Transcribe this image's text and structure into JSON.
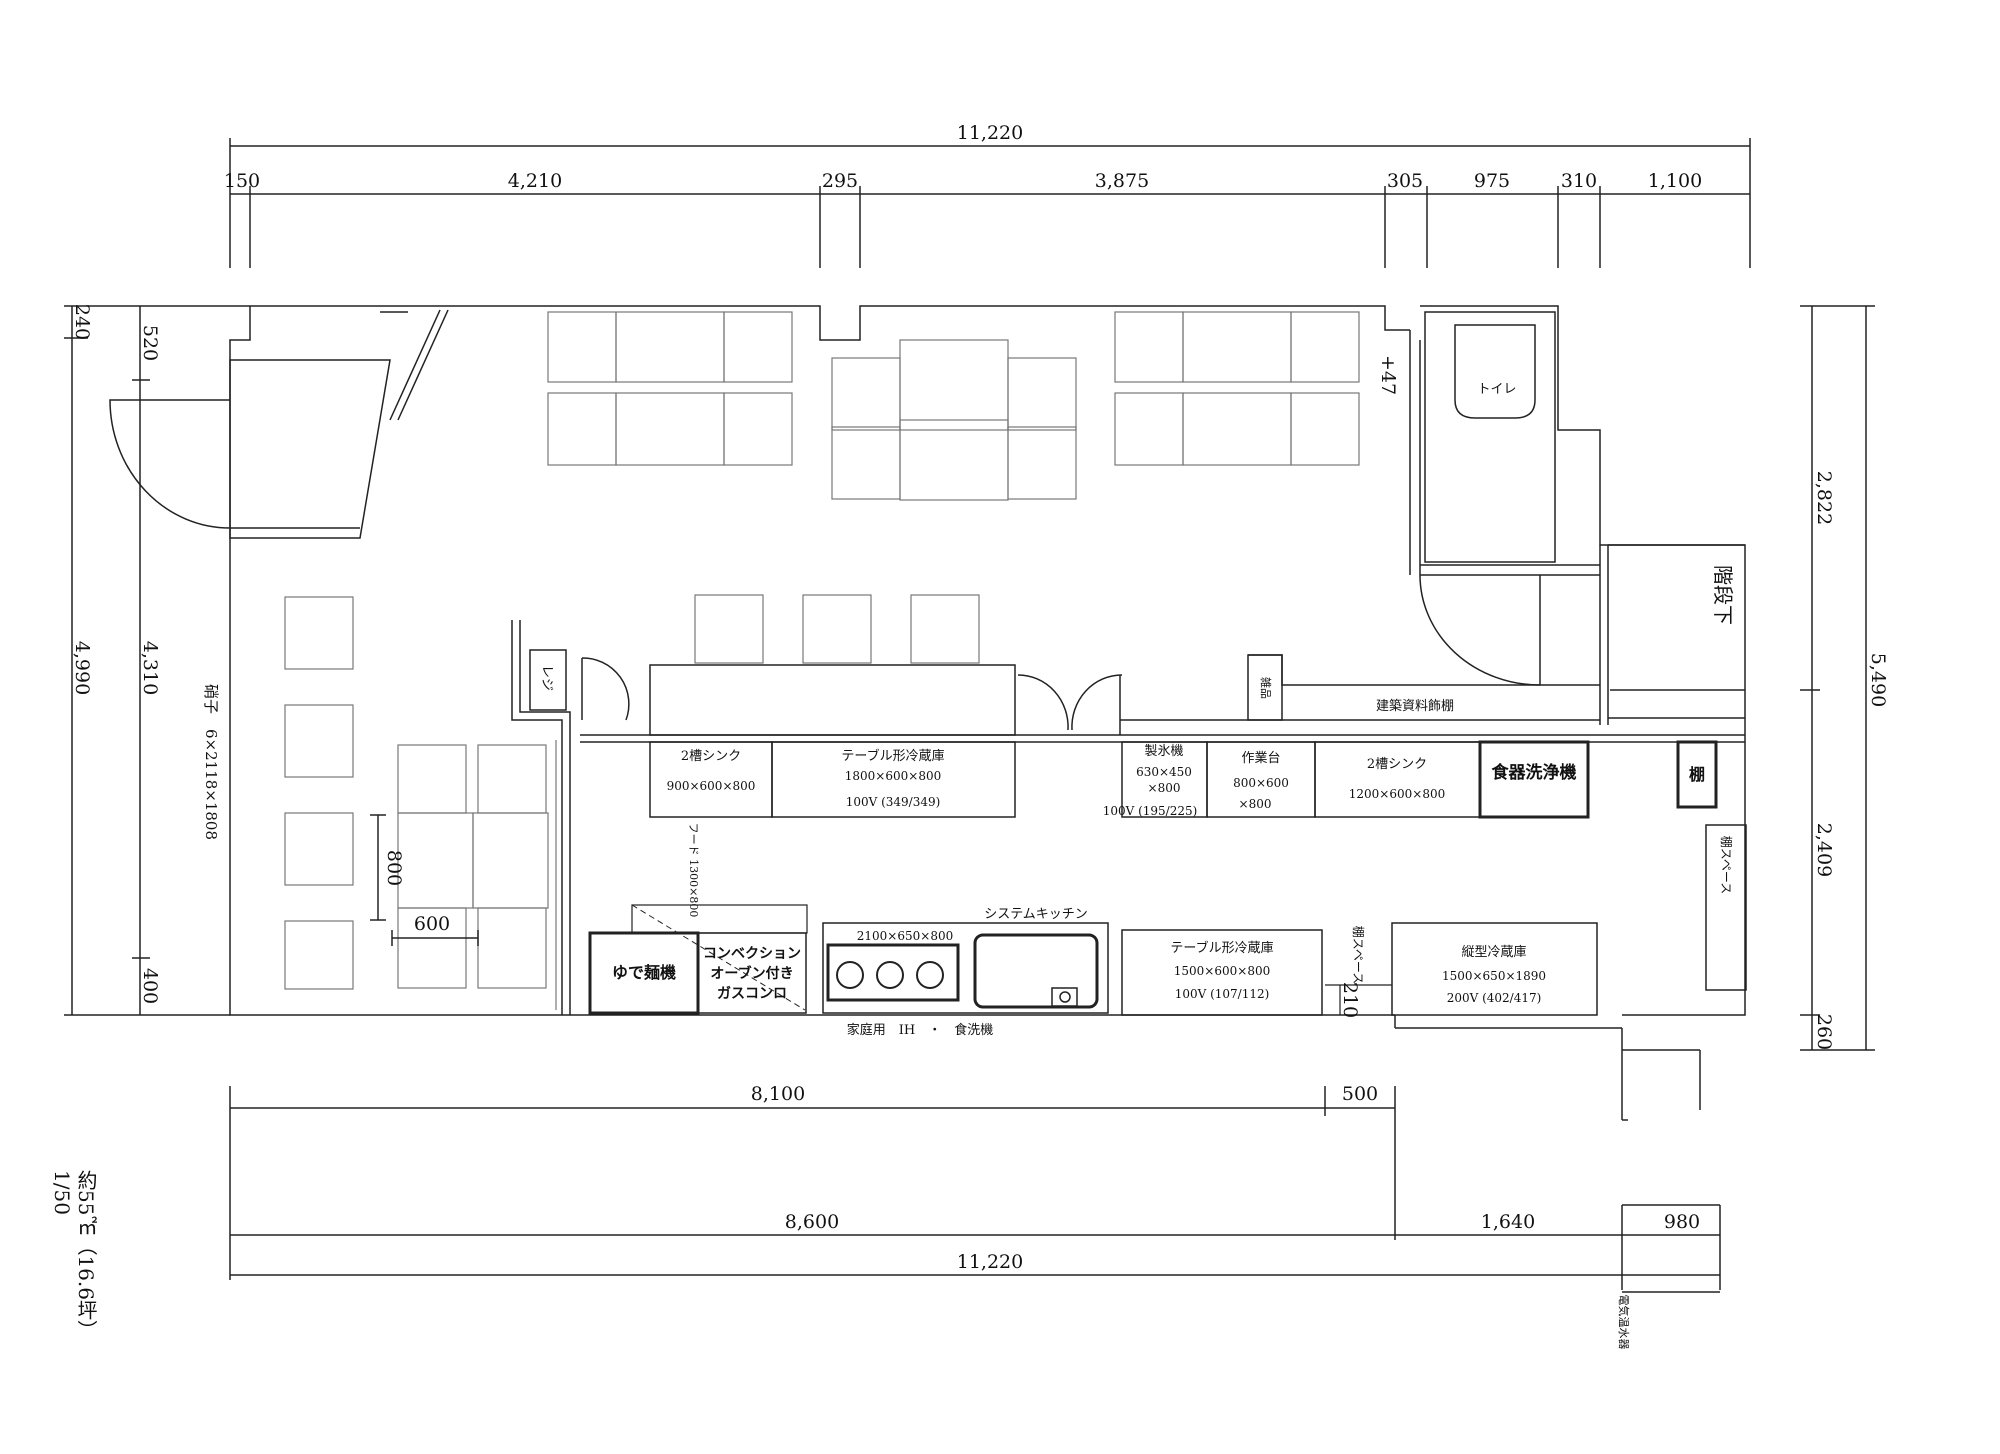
{
  "dimensions": {
    "top_total": "11,220",
    "top": [
      "150",
      "4,210",
      "295",
      "3,875",
      "305",
      "975",
      "310",
      "1,100"
    ],
    "left_outer": "4,990",
    "left_top": "240",
    "left_inner": [
      "520",
      "4,310",
      "400"
    ],
    "right_total": "5,490",
    "right": [
      "2,822",
      "2,409",
      "260"
    ],
    "bottom_row1": [
      "8,100",
      "500"
    ],
    "bottom_row2": [
      "8,600",
      "1,640",
      "980"
    ],
    "bottom_total": "11,220",
    "seat_w": "600",
    "seat_h": "800",
    "plus47": "+47",
    "gap210": "210"
  },
  "labels": {
    "toilet": "トイレ",
    "stairs": "階段下",
    "register": "レジ",
    "display_shelf": "建築資料飾棚",
    "misc": "雑品",
    "glass": "硝子　6×2118×1808",
    "hood": "フード\n1300×800",
    "shelf": "棚",
    "shelf_space": "棚スペース",
    "shelf_space2": "棚スペース",
    "water_heater": "電気温水器",
    "home_dishwasher": "家庭用　IH　・　食洗機"
  },
  "equipment": {
    "sink2_a": {
      "name": "2槽シンク",
      "size": "900×600×800"
    },
    "fridge_a": {
      "name": "テーブル形冷蔵庫",
      "size": "1800×600×800",
      "power": "100V (349/349)"
    },
    "ice_maker": {
      "name": "製氷機",
      "size1": "630×450",
      "size2": "×800",
      "power": "100V (195/225)"
    },
    "worktable": {
      "name": "作業台",
      "size1": "800×600",
      "size2": "×800"
    },
    "sink2_b": {
      "name": "2槽シンク",
      "size": "1200×600×800"
    },
    "dishwasher": {
      "name": "食器洗浄機"
    },
    "noodle_boiler": {
      "name": "ゆで麺機"
    },
    "convection": {
      "line1": "コンベクション",
      "line2": "オーブン付き",
      "line3": "ガスコンロ"
    },
    "system_kitchen": {
      "name": "システムキッチン",
      "size": "2100×650×800"
    },
    "fridge_b": {
      "name": "テーブル形冷蔵庫",
      "size": "1500×600×800",
      "power": "100V (107/112)"
    },
    "upright_fridge": {
      "name": "縦型冷蔵庫",
      "size": "1500×650×1890",
      "power": "200V (402/417)"
    }
  },
  "notes": {
    "area": "約55㎡（16.6坪）",
    "scale": "1/50"
  }
}
